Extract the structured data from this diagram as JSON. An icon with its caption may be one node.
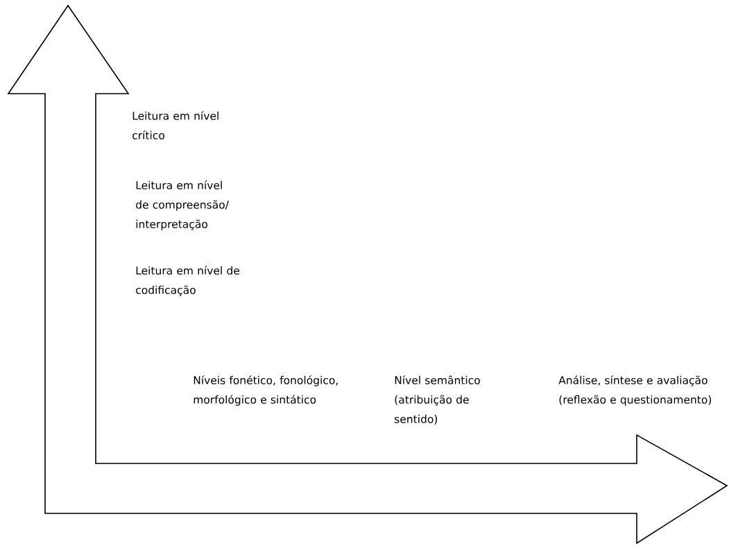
{
  "diagram": {
    "labels": [
      "Leitura em nível crítico",
      "Leitura em nível de compreensão/ interpretação",
      "Leitura em nível de codificação",
      "Níveis fonético, fonológico, morfológico e sintático",
      "Nível semântico (atribuição de sentido)",
      "Análise, síntese e avaliação (reflexão e questionamento)"
    ]
  }
}
